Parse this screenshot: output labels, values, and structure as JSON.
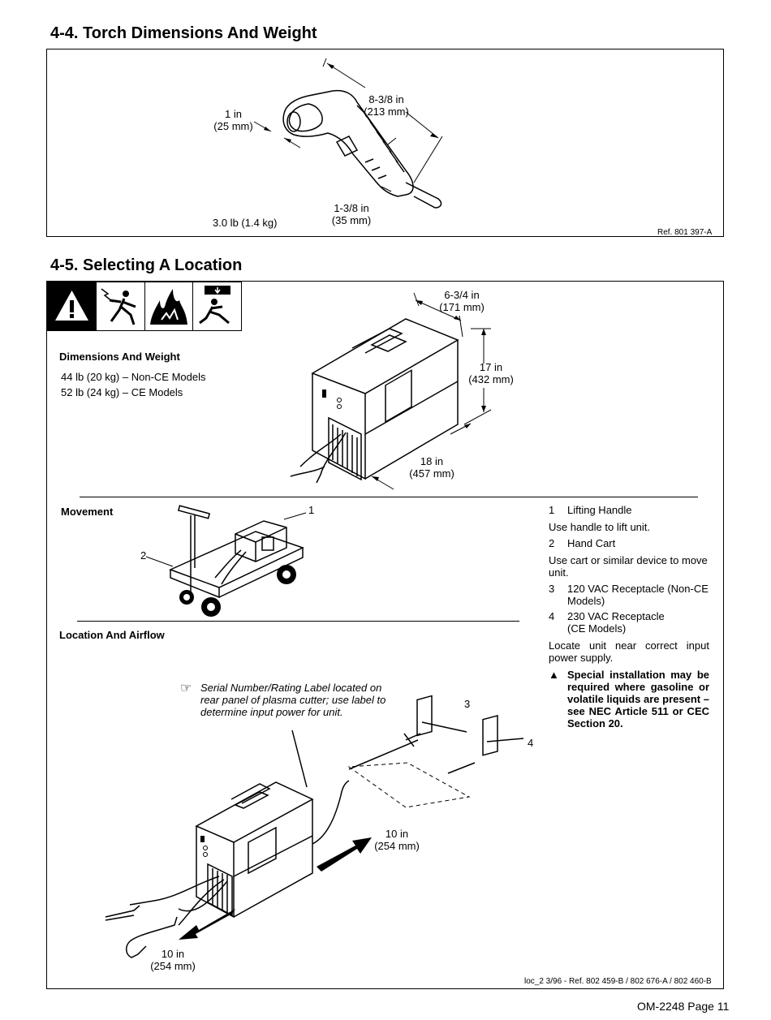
{
  "section_44": {
    "title": "4-4.  Torch Dimensions And Weight",
    "dim_tip": [
      "1  in",
      "(25 mm)"
    ],
    "dim_length": [
      "8-3/8 in",
      "(213 mm)"
    ],
    "dim_width": [
      "1-3/8 in",
      "(35 mm)"
    ],
    "weight": "3.0 lb (1.4 kg)",
    "ref": "Ref. 801 397-A"
  },
  "section_45": {
    "title": "4-5.   Selecting A Location",
    "warning_icons": [
      "warning-triangle-icon",
      "electric-shock-icon",
      "fire-hazard-icon",
      "falling-equipment-icon"
    ],
    "dims_weight": {
      "heading": "Dimensions And Weight",
      "lines": [
        "44 lb (20 kg) – Non-CE Models",
        "52 lb (24 kg) – CE Models"
      ]
    },
    "unit_dims": {
      "depth": [
        "6-3/4 in",
        "(171 mm)"
      ],
      "height": [
        "17 in",
        "(432 mm)"
      ],
      "width": [
        "18 in",
        "(457 mm)"
      ]
    },
    "movement": {
      "heading": "Movement",
      "callouts": [
        "1",
        "2"
      ]
    },
    "location": {
      "heading": "Location And Airflow",
      "note": [
        "Serial Number/Rating Label located on",
        "rear panel of plasma cutter; use label to",
        "determine input power for unit."
      ],
      "callouts": [
        "3",
        "4"
      ],
      "clearance_right": [
        "10 in",
        "(254 mm)"
      ],
      "clearance_front": [
        "10 in",
        "(254 mm)"
      ]
    },
    "legend": {
      "items": [
        {
          "num": "1",
          "label": "Lifting Handle"
        },
        {
          "num": "2",
          "label": "Hand Cart"
        },
        {
          "num": "3",
          "label": "120 VAC Receptacle (Non-CE",
          "label2": "Models)"
        },
        {
          "num": "4",
          "label": "230 VAC Receptacle",
          "label2": "(CE Models)"
        }
      ],
      "use_handle": "Use handle to lift unit.",
      "use_cart": [
        "Use cart or similar device to move",
        "unit."
      ],
      "locate": [
        "Locate unit near correct input",
        "power supply."
      ],
      "special": [
        "Special installation may be",
        "required where gasoline or",
        "volatile liquids are present –",
        "see NEC Article 511 or CEC",
        "Section 20."
      ]
    },
    "ref": "loc_2 3/96 - Ref. 802 459-B / 802 676-A / 802 460-B"
  },
  "footer": {
    "page": "OM-2248 Page 11"
  }
}
